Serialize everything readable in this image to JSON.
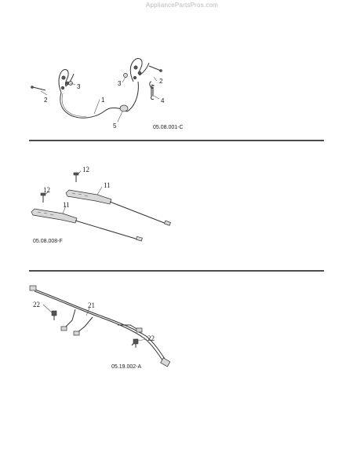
{
  "watermark": "AppliancePartsPros.com",
  "sections": [
    {
      "figure_code": "05.08.001-C",
      "callouts": {
        "c1": "1",
        "c2_left": "2",
        "c2_right": "2",
        "c3_left": "3",
        "c3_right": "3",
        "c4": "4",
        "c5": "5"
      }
    },
    {
      "figure_code": "05.08.008-F",
      "callouts": {
        "c12_top": "12",
        "c12_left": "12",
        "c11_top": "11",
        "c11_bottom": "11"
      }
    },
    {
      "figure_code": "05.19.002-A",
      "callouts": {
        "c22_left": "22",
        "c21": "21",
        "c22_right": "22"
      }
    }
  ]
}
